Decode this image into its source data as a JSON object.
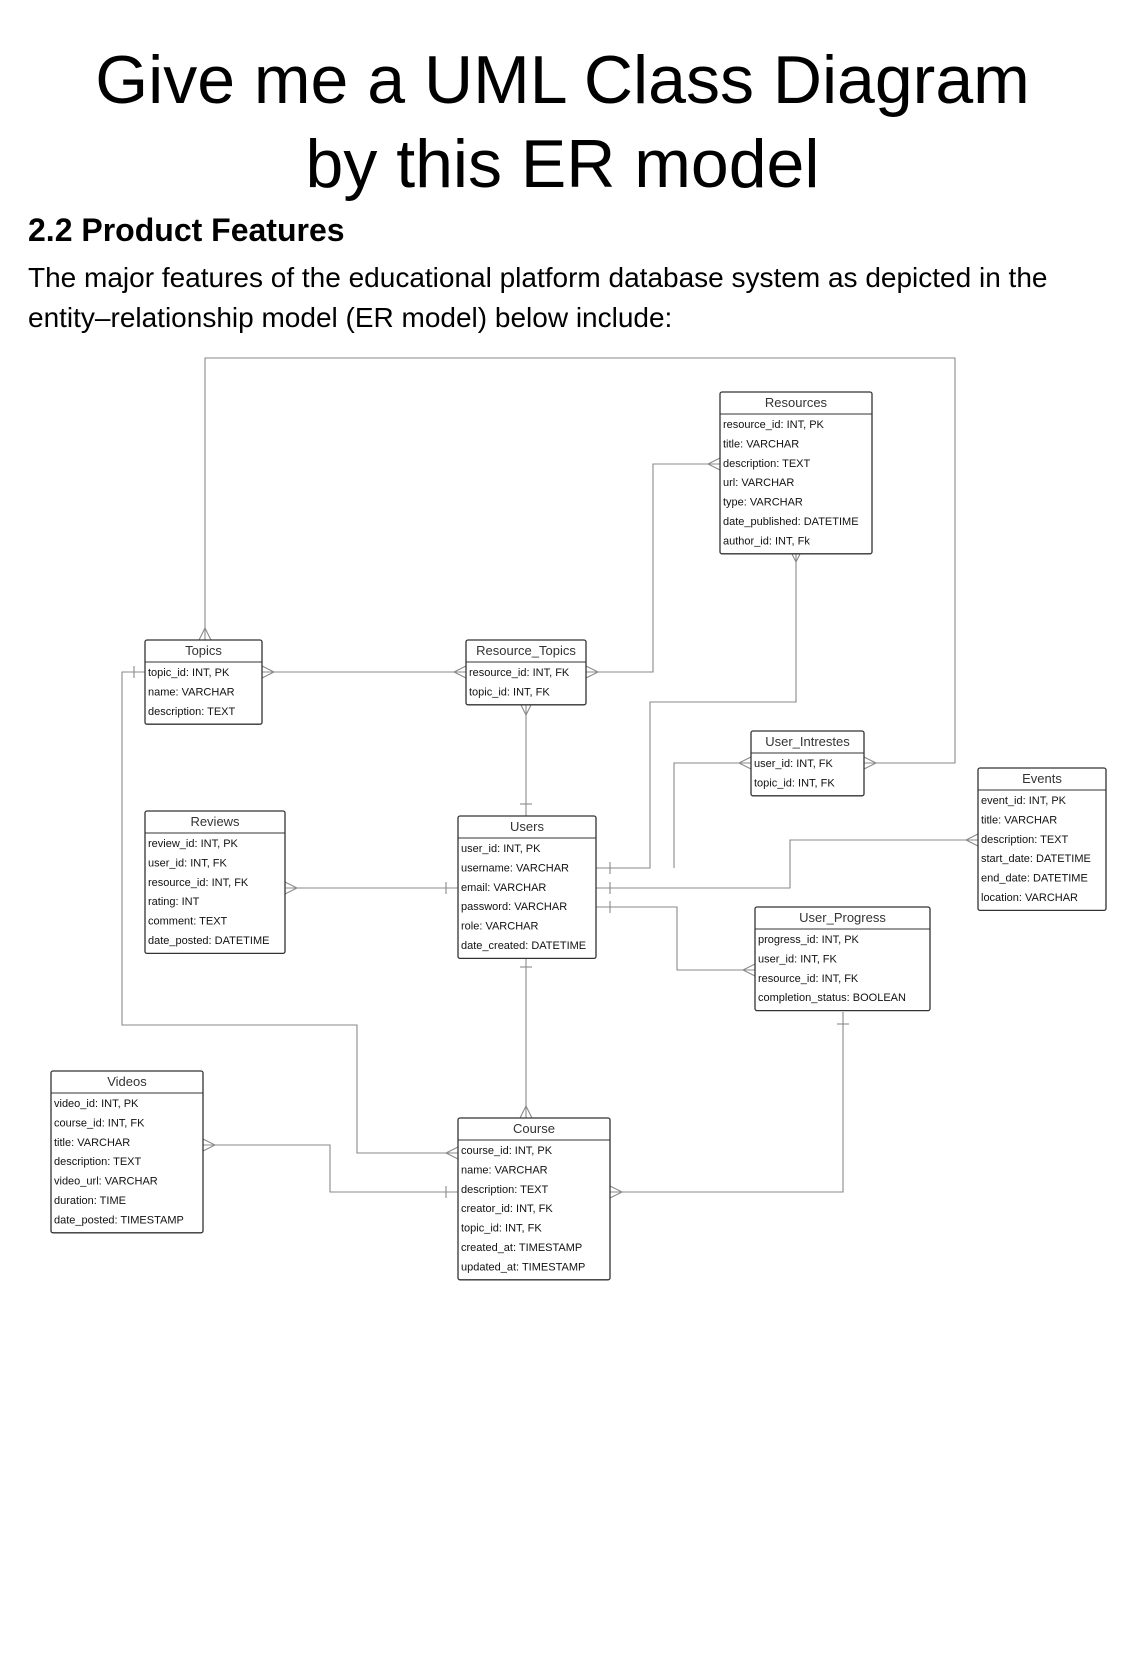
{
  "headline": {
    "line1": "Give me a UML Class Diagram",
    "line2": "by this ER model"
  },
  "section": {
    "title": "2.2 Product Features",
    "intro": "The major features of the educational platform database system as depicted in the entity–relationship model (ER model) below include:"
  },
  "entities": [
    {
      "id": "resources",
      "name": "Resources",
      "attributes": [
        "resource_id: INT, PK",
        "title: VARCHAR",
        "description: TEXT",
        "url: VARCHAR",
        "type: VARCHAR",
        "date_published: DATETIME",
        "author_id: INT, Fk"
      ]
    },
    {
      "id": "topics",
      "name": "Topics",
      "attributes": [
        "topic_id: INT, PK",
        "name: VARCHAR",
        "description: TEXT"
      ]
    },
    {
      "id": "resource_topics",
      "name": "Resource_Topics",
      "attributes": [
        "resource_id: INT, FK",
        "topic_id: INT, FK"
      ]
    },
    {
      "id": "user_intrestes",
      "name": "User_Intrestes",
      "attributes": [
        "user_id: INT, FK",
        "topic_id: INT, FK"
      ]
    },
    {
      "id": "events",
      "name": "Events",
      "attributes": [
        "event_id: INT, PK",
        "title: VARCHAR",
        "description: TEXT",
        "start_date: DATETIME",
        "end_date: DATETIME",
        "location: VARCHAR"
      ]
    },
    {
      "id": "reviews",
      "name": "Reviews",
      "attributes": [
        "review_id: INT, PK",
        "user_id: INT, FK",
        "resource_id: INT, FK",
        "rating: INT",
        "comment: TEXT",
        "date_posted: DATETIME"
      ]
    },
    {
      "id": "users",
      "name": "Users",
      "attributes": [
        "user_id: INT, PK",
        "username: VARCHAR",
        "email: VARCHAR",
        "password: VARCHAR",
        "role: VARCHAR",
        "date_created: DATETIME"
      ]
    },
    {
      "id": "user_progress",
      "name": "User_Progress",
      "attributes": [
        "progress_id: INT, PK",
        "user_id: INT, FK",
        "resource_id: INT, FK",
        "completion_status: BOOLEAN"
      ]
    },
    {
      "id": "videos",
      "name": "Videos",
      "attributes": [
        "video_id: INT, PK",
        "course_id: INT, FK",
        "title: VARCHAR",
        "description: TEXT",
        "video_url: VARCHAR",
        "duration: TIME",
        "date_posted: TIMESTAMP"
      ]
    },
    {
      "id": "course",
      "name": "Course",
      "attributes": [
        "course_id: INT, PK",
        "name: VARCHAR",
        "description: TEXT",
        "creator_id: INT, FK",
        "topic_id: INT, FK",
        "created_at: TIMESTAMP",
        "updated_at: TIMESTAMP"
      ]
    }
  ]
}
